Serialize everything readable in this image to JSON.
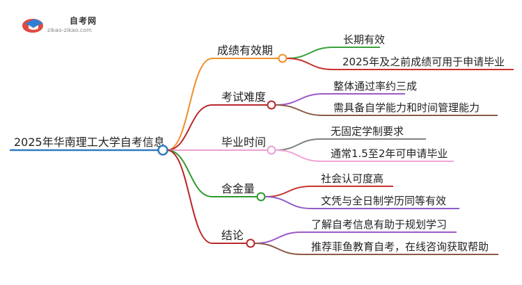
{
  "logo": {
    "title": "自考网",
    "url": "zikao-zikao.com",
    "colors": {
      "red": "#e04a3f",
      "blue": "#2f7fd0"
    }
  },
  "mindmap": {
    "root": {
      "label": "2025年华南理工大学自考信息",
      "color": "#2e7bbf"
    },
    "branches": [
      {
        "label": "成绩有效期",
        "color": "#f0902a",
        "children": [
          {
            "label": "长期有效",
            "color": "#3aa13a"
          },
          {
            "label": "2025年及之前成绩可用于申请毕业",
            "color": "#c8322e"
          }
        ]
      },
      {
        "label": "考试难度",
        "color": "#b8282a",
        "children": [
          {
            "label": "整体通过率约三成",
            "color": "#9b59c9"
          },
          {
            "label": "需具备自学能力和时间管理能力",
            "color": "#8a5a44"
          }
        ]
      },
      {
        "label": "毕业时间",
        "color": "#e9a0d2",
        "children": [
          {
            "label": "无固定学制要求",
            "color": "#808080"
          },
          {
            "label": "通常1.5至2年可申请毕业",
            "color": "#f1a6d6"
          }
        ]
      },
      {
        "label": "含金量",
        "color": "#2a9a2a",
        "children": [
          {
            "label": "社会认可度高",
            "color": "#c8322e"
          },
          {
            "label": "文凭与全日制学历同等有效",
            "color": "#8e5cc8"
          }
        ]
      },
      {
        "label": "结论",
        "color": "#b8282a",
        "children": [
          {
            "label": "了解自考信息有助于规划学习",
            "color": "#9b59c9"
          },
          {
            "label": "推荐菲鱼教育自考，在线咨询获取帮助",
            "color": "#8a5a44"
          }
        ]
      }
    ]
  }
}
